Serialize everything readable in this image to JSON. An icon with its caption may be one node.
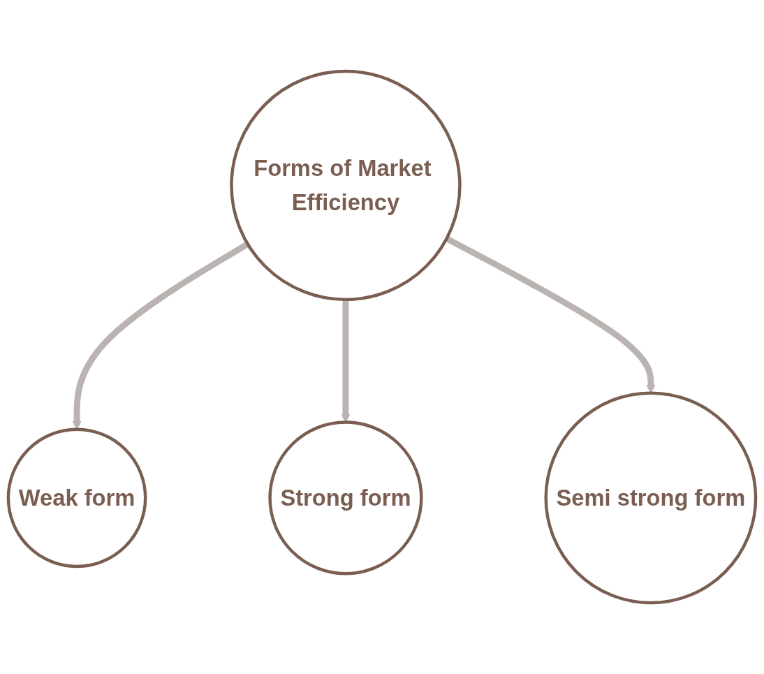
{
  "diagram": {
    "nodes": [
      {
        "text": [
          "Weak form"
        ]
      },
      {
        "text": [
          "Forms of Market Efficiency"
        ]
      },
      {
        "text": [
          "Strong form"
        ]
      },
      {
        "text": [
          "Semi strong form"
        ]
      }
    ],
    "edges": [
      {
        "from": 1,
        "to": 0,
        "arrow": "to"
      },
      {
        "from": 1,
        "to": 2,
        "arrow": "to"
      },
      {
        "from": 1,
        "to": 3,
        "arrow": "to"
      }
    ]
  }
}
